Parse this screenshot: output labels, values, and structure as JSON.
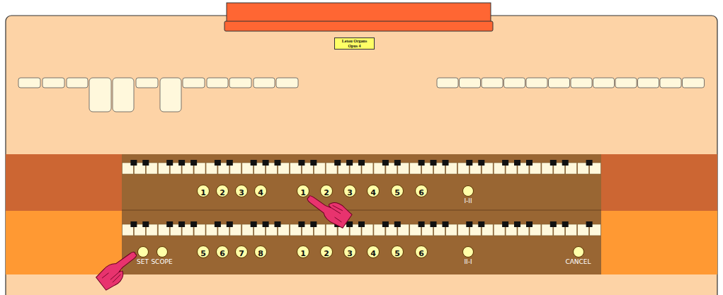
{
  "diagram": {
    "nodes": [
      {
        "text": [
          "Letou Organs Opus 4"
        ]
      },
      {
        "text": [
          "1"
        ]
      },
      {
        "text": [
          "2"
        ]
      },
      {
        "text": [
          "3"
        ]
      },
      {
        "text": [
          "4"
        ]
      },
      {
        "text": [
          "1"
        ]
      },
      {
        "text": [
          "2"
        ]
      },
      {
        "text": [
          "3"
        ]
      },
      {
        "text": [
          "4"
        ]
      },
      {
        "text": [
          "5"
        ]
      },
      {
        "text": [
          "6"
        ]
      },
      {
        "text": [
          "I-II"
        ]
      },
      {
        "text": [
          "SET"
        ]
      },
      {
        "text": [
          "SCOPE"
        ]
      },
      {
        "text": [
          "5"
        ]
      },
      {
        "text": [
          "6"
        ]
      },
      {
        "text": [
          "7"
        ]
      },
      {
        "text": [
          "8"
        ]
      },
      {
        "text": [
          "1"
        ]
      },
      {
        "text": [
          "2"
        ]
      },
      {
        "text": [
          "3"
        ]
      },
      {
        "text": [
          "4"
        ]
      },
      {
        "text": [
          "5"
        ]
      },
      {
        "text": [
          "6"
        ]
      },
      {
        "text": [
          "II-I"
        ]
      },
      {
        "text": [
          "CANCEL"
        ]
      }
    ]
  }
}
